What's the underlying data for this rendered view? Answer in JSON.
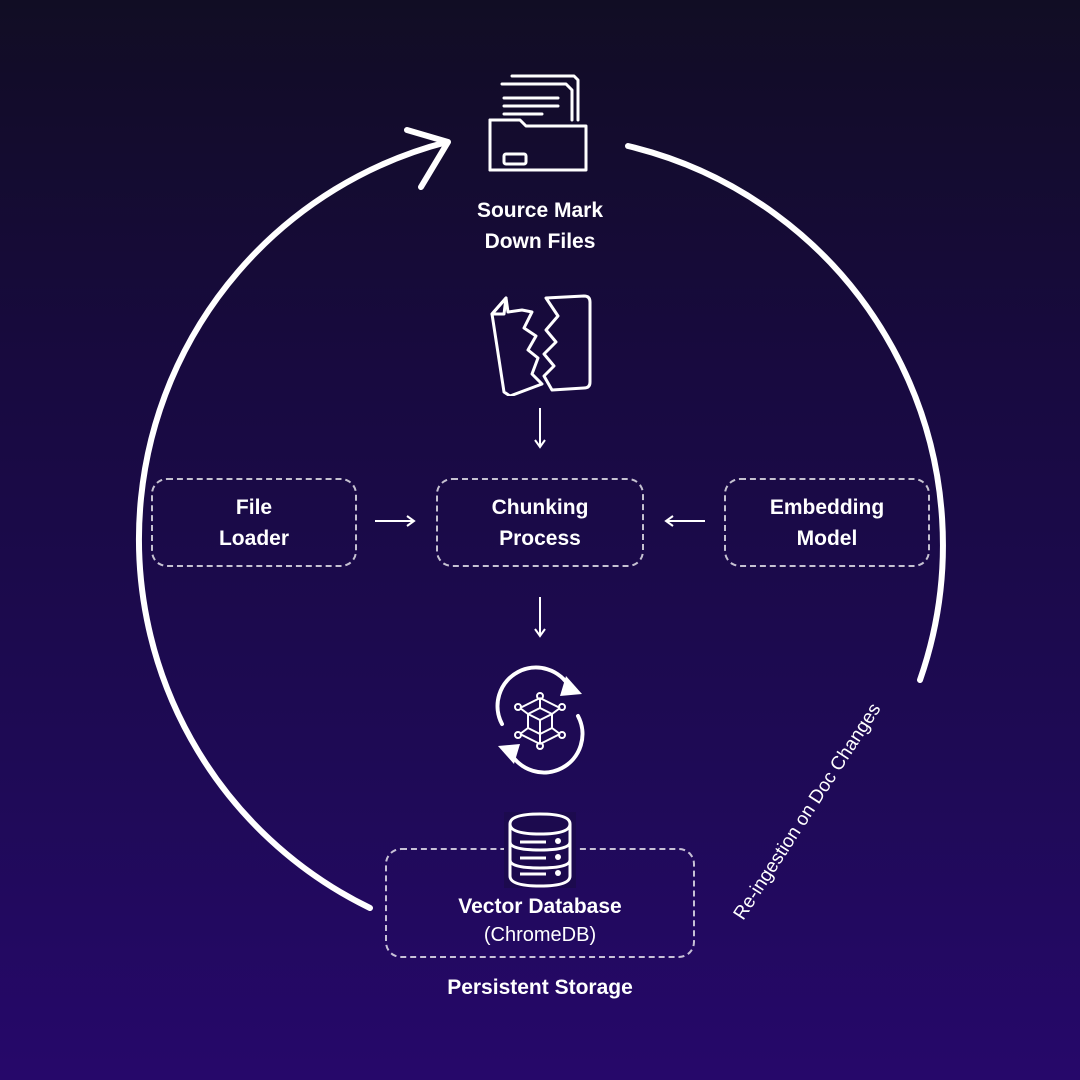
{
  "source": {
    "line1": "Source Mark",
    "line2": "Down Files"
  },
  "file_loader": {
    "line1": "File",
    "line2": "Loader"
  },
  "chunking": {
    "line1": "Chunking",
    "line2": "Process"
  },
  "embedding": {
    "line1": "Embedding",
    "line2": "Model"
  },
  "vector_db": {
    "title": "Vector Database",
    "subtitle": "(ChromeDB)"
  },
  "storage_label": "Persistent Storage",
  "loop_label": "Re-ingestion on Doc Changes",
  "colors": {
    "background_top": "#110d24",
    "background_bottom": "#26086a",
    "stroke": "#ffffff"
  },
  "icons": [
    "documents-folder-icon",
    "torn-document-icon",
    "sync-cube-icon",
    "database-icon"
  ]
}
